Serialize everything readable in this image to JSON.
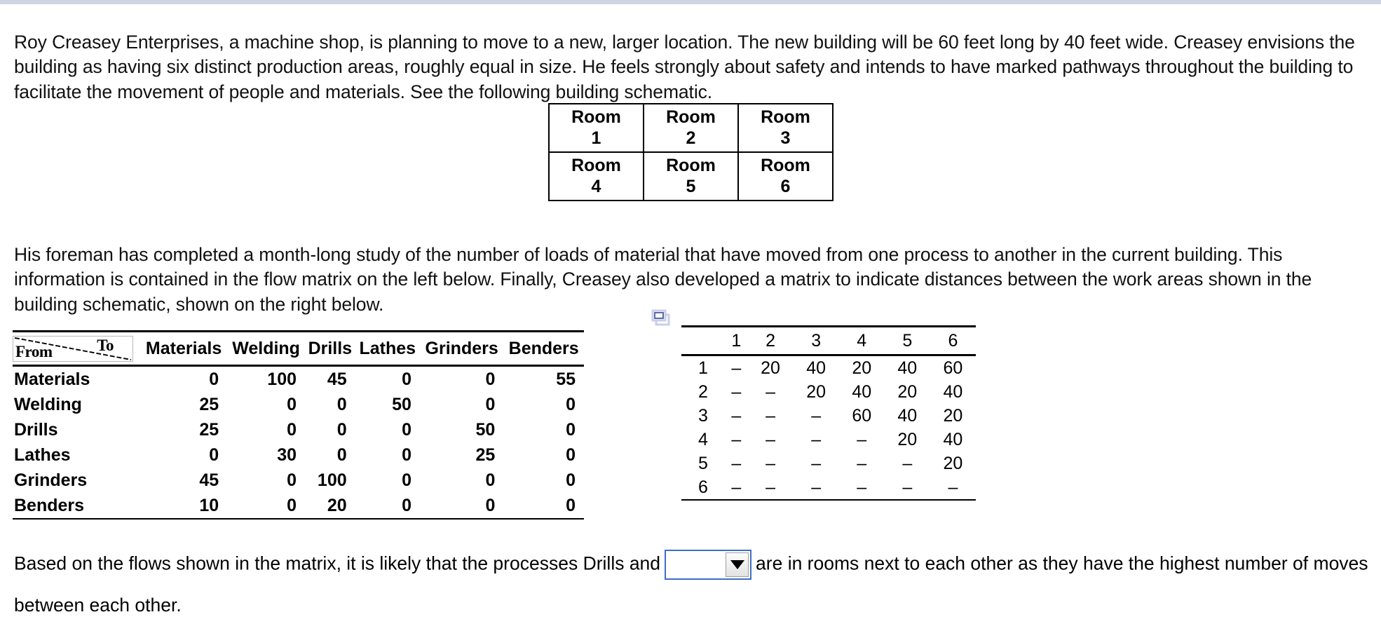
{
  "intro_paragraph": "Roy Creasey Enterprises, a machine shop, is planning to move to a new, larger location. The new building will be 60 feet long by 40 feet wide. Creasey envisions the building as having six distinct production areas, roughly equal in size. He feels strongly about safety and intends to have marked pathways throughout the building to facilitate the movement of people and materials. See the following building schematic.",
  "foreman_paragraph": "His foreman has completed a month-long study of the number of loads of material that have moved from one process to another in the current building. This information is contained in the flow matrix on the left below. Finally, Creasey also developed a matrix to indicate distances between the work areas shown in the building schematic, shown on the right below.",
  "schematic": {
    "room_word": "Room",
    "rows": [
      [
        "1",
        "2",
        "3"
      ],
      [
        "4",
        "5",
        "6"
      ]
    ]
  },
  "flow_matrix": {
    "corner_from": "From",
    "corner_to": "To",
    "columns": [
      "Materials",
      "Welding",
      "Drills",
      "Lathes",
      "Grinders",
      "Benders"
    ],
    "rows": [
      {
        "label": "Materials",
        "values": [
          "0",
          "100",
          "45",
          "0",
          "0",
          "55"
        ]
      },
      {
        "label": "Welding",
        "values": [
          "25",
          "0",
          "0",
          "50",
          "0",
          "0"
        ]
      },
      {
        "label": "Drills",
        "values": [
          "25",
          "0",
          "0",
          "0",
          "50",
          "0"
        ]
      },
      {
        "label": "Lathes",
        "values": [
          "0",
          "30",
          "0",
          "0",
          "25",
          "0"
        ]
      },
      {
        "label": "Grinders",
        "values": [
          "45",
          "0",
          "100",
          "0",
          "0",
          "0"
        ]
      },
      {
        "label": "Benders",
        "values": [
          "10",
          "0",
          "20",
          "0",
          "0",
          "0"
        ]
      }
    ]
  },
  "distance_matrix": {
    "columns": [
      "1",
      "2",
      "3",
      "4",
      "5",
      "6"
    ],
    "rows": [
      {
        "label": "1",
        "values": [
          "–",
          "20",
          "40",
          "20",
          "40",
          "60"
        ]
      },
      {
        "label": "2",
        "values": [
          "–",
          "–",
          "20",
          "40",
          "20",
          "40"
        ]
      },
      {
        "label": "3",
        "values": [
          "–",
          "–",
          "–",
          "60",
          "40",
          "20"
        ]
      },
      {
        "label": "4",
        "values": [
          "–",
          "–",
          "–",
          "–",
          "20",
          "40"
        ]
      },
      {
        "label": "5",
        "values": [
          "–",
          "–",
          "–",
          "–",
          "–",
          "20"
        ]
      },
      {
        "label": "6",
        "values": [
          "–",
          "–",
          "–",
          "–",
          "–",
          "–"
        ]
      }
    ]
  },
  "icons": {
    "copy_windows": "copy-windows-icon"
  },
  "question": {
    "text_before": "Based on the flows shown in the matrix, it is likely that the processes Drills and",
    "dropdown_value": "",
    "text_after": "are in rooms next to each other as they have the highest number of moves",
    "line2": "between each other."
  },
  "colors": {
    "top_band": "#ced4e0",
    "dropdown_border": "#3c6fc4",
    "icon_blue": "#5b6ba8",
    "icon_light": "#c9cfe6"
  }
}
